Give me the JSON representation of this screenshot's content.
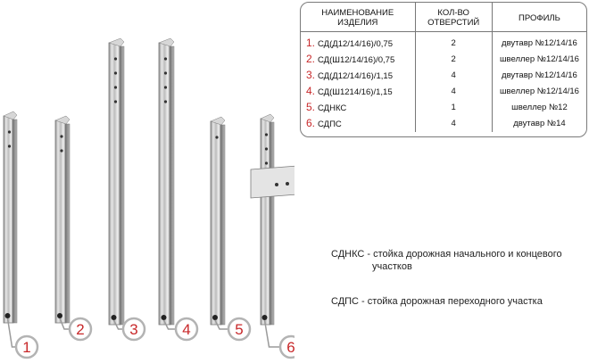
{
  "table": {
    "headers": [
      "НАИМЕНОВАНИЕ ИЗДЕЛИЯ",
      "КОЛ-ВО ОТВЕРСТИЙ",
      "ПРОФИЛЬ"
    ],
    "rows": [
      {
        "num": "1.",
        "name": "СД(Д12/14/16)/0,75",
        "holes": "2",
        "profile": "двутавр №12/14/16"
      },
      {
        "num": "2.",
        "name": "СД(Ш12/14/16)/0,75",
        "holes": "2",
        "profile": "швеллер №12/14/16"
      },
      {
        "num": "3.",
        "name": "СД(Д12/14/16)/1,15",
        "holes": "4",
        "profile": "двутавр №12/14/16"
      },
      {
        "num": "4.",
        "name": "СД(Ш1214/16)/1,15",
        "holes": "4",
        "profile": "швеллер №12/14/16"
      },
      {
        "num": "5.",
        "name": "СДНКС",
        "holes": "1",
        "profile": "швеллер №12"
      },
      {
        "num": "6.",
        "name": "СДПС",
        "holes": "4",
        "profile": "двутавр №14"
      }
    ]
  },
  "legend": {
    "line1": "СДНКС - стойка дорожная начального и концевого",
    "line1_cont": "участков",
    "line2": "СДПС - стойка дорожная переходного участка"
  },
  "posts": [
    {
      "label": "1",
      "holes": 2
    },
    {
      "label": "2",
      "holes": 2
    },
    {
      "label": "3",
      "holes": 4
    },
    {
      "label": "4",
      "holes": 4
    },
    {
      "label": "5",
      "holes": 1
    },
    {
      "label": "6",
      "holes": 4
    }
  ],
  "colors": {
    "number_red": "#c8282a",
    "label_outline": "#b3b3b3",
    "steel": "#c9c9c9"
  }
}
